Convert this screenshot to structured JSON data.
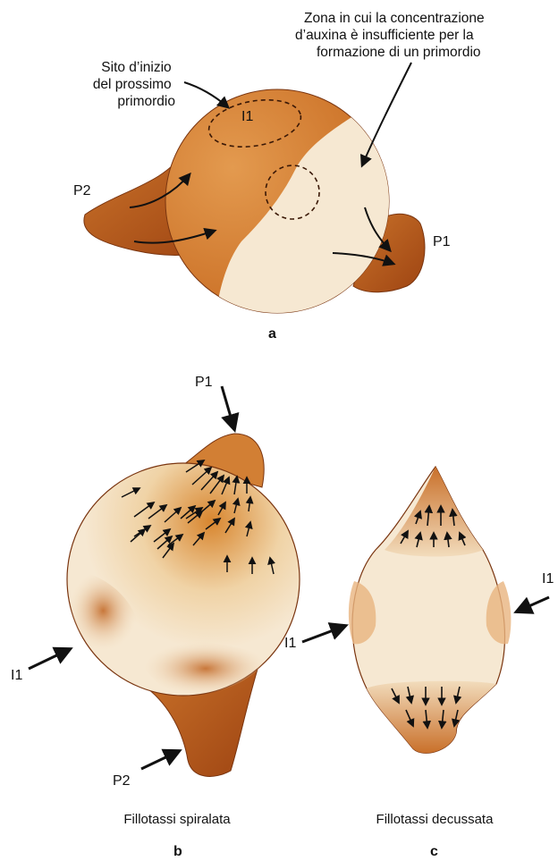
{
  "panel_a": {
    "callout_left": [
      "Sito d’inizio",
      "del prossimo",
      "primordio"
    ],
    "callout_right": [
      "Zona in cui la concentrazione",
      "d’auxina è insufficiente per la",
      "formazione di un primordio"
    ],
    "site_label": "I1",
    "p1": "P1",
    "p2": "P2",
    "letter": "a"
  },
  "panel_b": {
    "p1": "P1",
    "p2": "P2",
    "i1": "I1",
    "caption": "Fillotassi spiralata",
    "letter": "b"
  },
  "panel_c": {
    "i1_left": "I1",
    "i1_right": "I1",
    "caption": "Fillotassi decussata",
    "letter": "c"
  },
  "colors": {
    "primordium_dark": "#b9561a",
    "auxin_orange": "#d98a3e",
    "pale_cream": "#f6e8d2",
    "outline": "#5a2a0c"
  }
}
